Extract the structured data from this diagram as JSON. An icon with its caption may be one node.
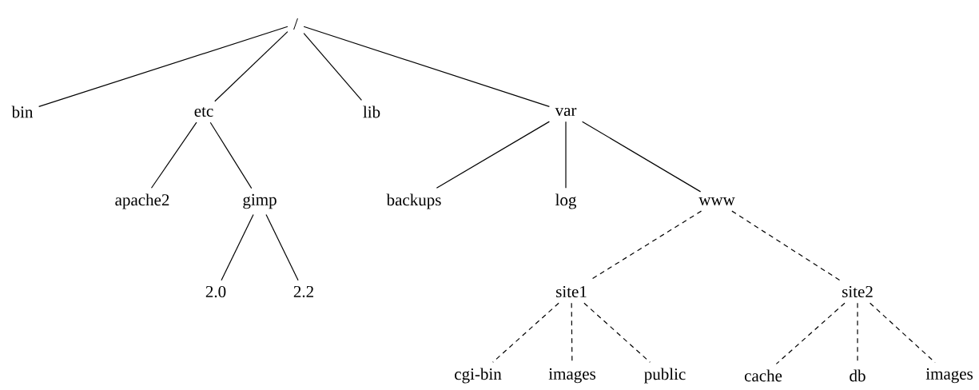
{
  "diagram": {
    "nodes": [
      {
        "text": [
          "/"
        ]
      },
      {
        "text": [
          "bin"
        ]
      },
      {
        "text": [
          "etc"
        ]
      },
      {
        "text": [
          "lib"
        ]
      },
      {
        "text": [
          "var"
        ]
      },
      {
        "text": [
          "apache2"
        ]
      },
      {
        "text": [
          "gimp"
        ]
      },
      {
        "text": [
          "2.0"
        ]
      },
      {
        "text": [
          "2.2"
        ]
      },
      {
        "text": [
          "backups"
        ]
      },
      {
        "text": [
          "log"
        ]
      },
      {
        "text": [
          "www"
        ]
      },
      {
        "text": [
          "site1"
        ]
      },
      {
        "text": [
          "site2"
        ]
      },
      {
        "text": [
          "cgi-bin"
        ]
      },
      {
        "text": [
          "images"
        ]
      },
      {
        "text": [
          "public"
        ]
      },
      {
        "text": [
          "cache"
        ]
      },
      {
        "text": [
          "db"
        ]
      },
      {
        "text": [
          "images"
        ]
      }
    ],
    "edges": [
      {
        "from": 0,
        "to": 1,
        "arrow": "none"
      },
      {
        "from": 0,
        "to": 2,
        "arrow": "none"
      },
      {
        "from": 0,
        "to": 3,
        "arrow": "none"
      },
      {
        "from": 0,
        "to": 4,
        "arrow": "none"
      },
      {
        "from": 2,
        "to": 5,
        "arrow": "none"
      },
      {
        "from": 2,
        "to": 6,
        "arrow": "none"
      },
      {
        "from": 6,
        "to": 7,
        "arrow": "none"
      },
      {
        "from": 6,
        "to": 8,
        "arrow": "none"
      },
      {
        "from": 4,
        "to": 9,
        "arrow": "none"
      },
      {
        "from": 4,
        "to": 10,
        "arrow": "none"
      },
      {
        "from": 4,
        "to": 11,
        "arrow": "none"
      },
      {
        "from": 11,
        "to": 12,
        "arrow": "none",
        "style": "dashed"
      },
      {
        "from": 11,
        "to": 13,
        "arrow": "none",
        "style": "dashed"
      },
      {
        "from": 12,
        "to": 14,
        "arrow": "none",
        "style": "dashed"
      },
      {
        "from": 12,
        "to": 15,
        "arrow": "none",
        "style": "dashed"
      },
      {
        "from": 12,
        "to": 16,
        "arrow": "none",
        "style": "dashed"
      },
      {
        "from": 13,
        "to": 17,
        "arrow": "none",
        "style": "dashed"
      },
      {
        "from": 13,
        "to": 18,
        "arrow": "none",
        "style": "dashed"
      },
      {
        "from": 13,
        "to": 19,
        "arrow": "none",
        "style": "dashed"
      }
    ]
  }
}
